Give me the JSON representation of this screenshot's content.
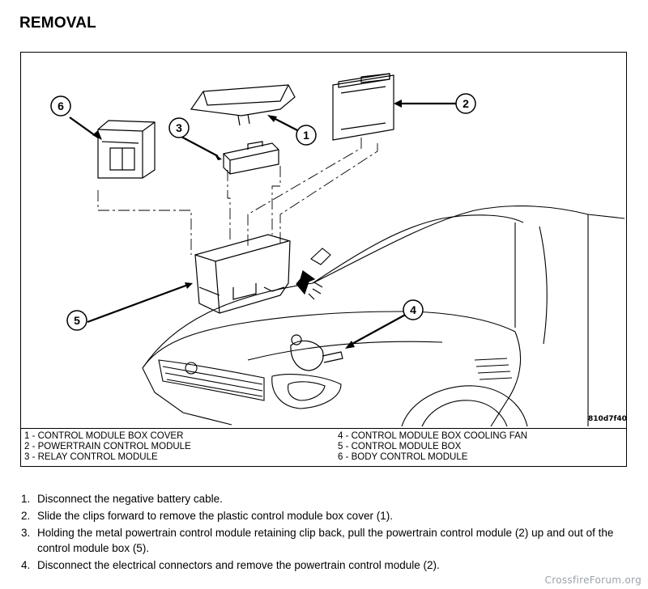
{
  "heading": "REMOVAL",
  "figure": {
    "callouts": [
      "1",
      "2",
      "3",
      "4",
      "5",
      "6"
    ],
    "figure_id": "810d7f40"
  },
  "legend": {
    "left": [
      "1 - CONTROL MODULE BOX COVER",
      "2 - POWERTRAIN CONTROL MODULE",
      "3 - RELAY CONTROL MODULE"
    ],
    "right": [
      "4 - CONTROL MODULE BOX COOLING FAN",
      "5 - CONTROL MODULE BOX",
      "6 - BODY CONTROL MODULE"
    ]
  },
  "steps": [
    {
      "num": "1.",
      "text": "Disconnect the negative battery cable."
    },
    {
      "num": "2.",
      "text": "Slide the clips forward to remove the plastic control module box cover (1)."
    },
    {
      "num": "3.",
      "text": "Holding the metal powertrain control module retaining clip back, pull the powertrain control module (2) up and out of the control module box (5)."
    },
    {
      "num": "4.",
      "text": "Disconnect the electrical connectors and remove the powertrain control module (2)."
    }
  ],
  "watermark": "CrossfireForum.org"
}
